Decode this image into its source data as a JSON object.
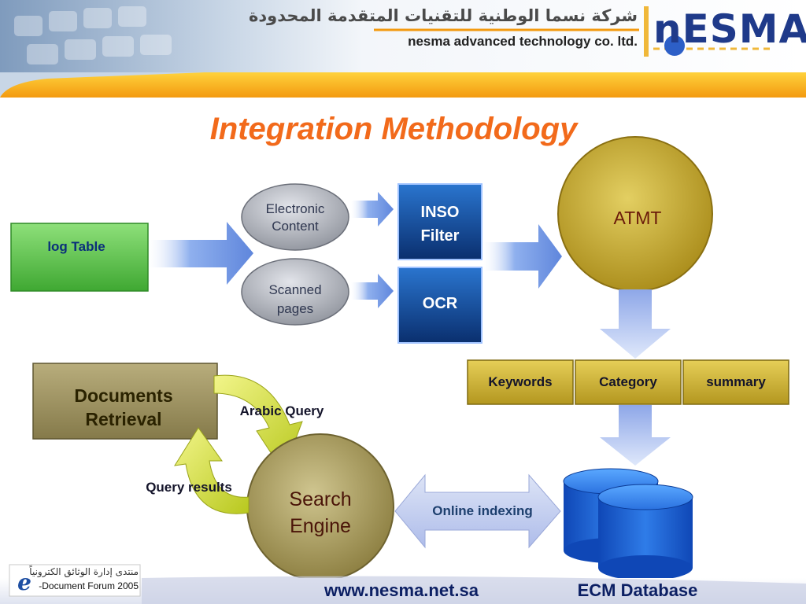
{
  "header": {
    "company_name_ar": "شركة نسما الوطنية للتقنيات المتقدمة المحدودة",
    "company_name_en": "nesma advanced technology co. ltd.",
    "logo_text": "nESMA"
  },
  "title": "Integration Methodology",
  "nodes": {
    "log_table": "log Table",
    "electronic_content": [
      "Electronic",
      "Content"
    ],
    "scanned_pages": [
      "Scanned",
      "pages"
    ],
    "inso_filter": [
      "INSO",
      "Filter"
    ],
    "ocr": "OCR",
    "atmt": "ATMT",
    "keywords": "Keywords",
    "category": "Category",
    "summary": "summary",
    "documents_retrieval": [
      "Documents",
      "Retrieval"
    ],
    "search_engine": [
      "Search",
      "Engine"
    ]
  },
  "edge_labels": {
    "arabic_query": "Arabic Query",
    "query_results": "Query results",
    "online_indexing": "Online indexing"
  },
  "footer": {
    "forum_ar": "منتدى إدارة الوثائق الكترونياً",
    "forum_en": "-Document Forum 2005",
    "forum_logo_letter": "e",
    "url": "www.nesma.net.sa",
    "ecm_database": "ECM Database"
  }
}
